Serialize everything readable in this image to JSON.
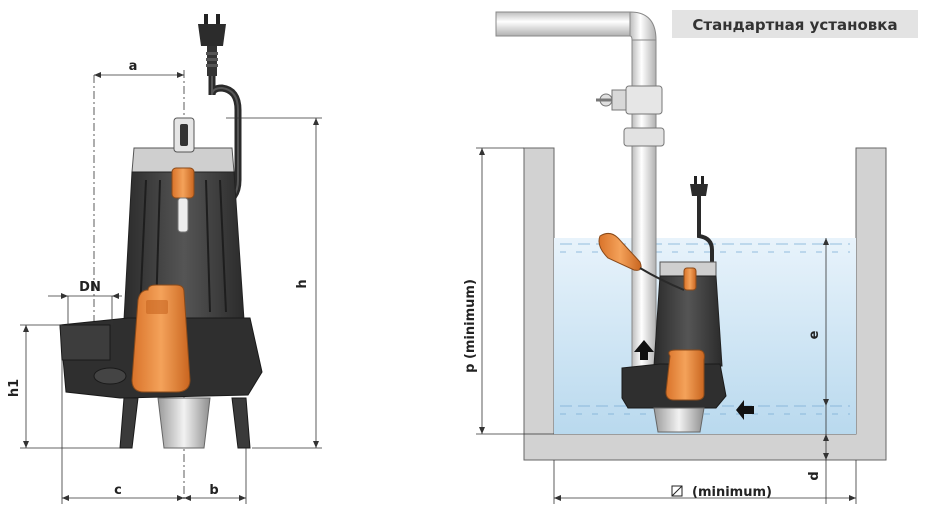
{
  "title": "Стандартная установка",
  "colors": {
    "pump_body": "#3a3a3a",
    "pump_dark": "#2a2a2a",
    "float": "#e8893a",
    "water": "#cfe6f5",
    "pit": "#d0d0d0",
    "pipe": "#eaeaea"
  },
  "left_dims": {
    "a": "a",
    "dn": "DN",
    "h": "h",
    "h1": "h1",
    "c": "c",
    "b": "b"
  },
  "right_dims": {
    "p": "p  (minimum)",
    "e": "e",
    "d": "d",
    "width": "(minimum)"
  },
  "icons": {
    "plug": "plug-icon",
    "diameter": "diameter-icon",
    "flow_arrow_up": "arrow-up-icon",
    "flow_arrow_in": "arrow-left-icon"
  }
}
